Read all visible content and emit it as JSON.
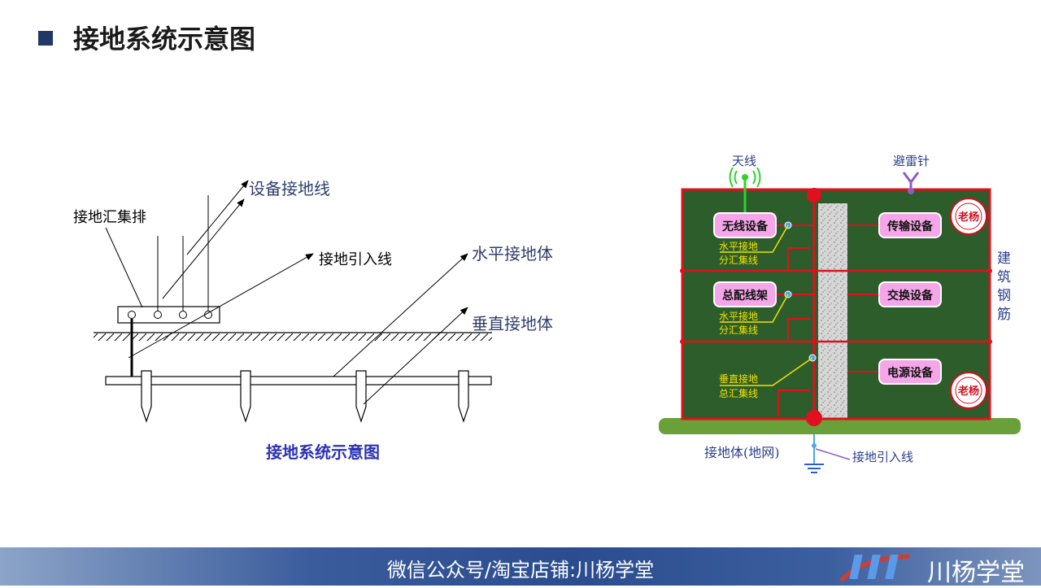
{
  "page": {
    "title": "接地系统示意图"
  },
  "left_diagram": {
    "caption": "接地系统示意图",
    "labels": {
      "equipment_ground_wire": "设备接地线",
      "ground_busbar": "接地汇集排",
      "ground_lead_in": "接地引入线",
      "horizontal_electrode": "水平接地体",
      "vertical_electrode": "垂直接地体"
    }
  },
  "right_diagram": {
    "antenna": "天线",
    "lightning_rod": "避雷针",
    "rebar": "建筑钢筋",
    "boxes": {
      "wireless": "无线设备",
      "transmission": "传输设备",
      "distribution_frame": "总配线架",
      "switching": "交换设备",
      "power": "电源设备"
    },
    "bus_labels": {
      "floor3_line1": "水平接地",
      "floor3_line2": "分汇集线",
      "floor2_line1": "水平接地",
      "floor2_line2": "分汇集线",
      "floor1_line1": "垂直接地",
      "floor1_line2": "总汇集线"
    },
    "earth_net": "接地体(地网)",
    "lead_in": "接地引入线",
    "stamp_text": "老杨",
    "colors": {
      "frame": "#e0101e",
      "green_bg": "#2d5d2a",
      "box_fill": "#f4a6e8",
      "yellow": "#f2e400",
      "ground": "#6aa03a"
    }
  },
  "footer": {
    "text": "微信公众号/淘宝店铺:川杨学堂",
    "brand": "川杨学堂"
  }
}
